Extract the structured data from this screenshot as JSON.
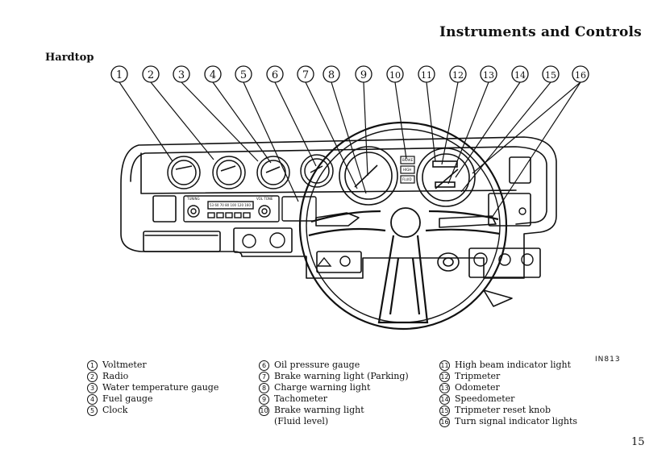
{
  "header": {
    "title": "Instruments and Controls"
  },
  "section": {
    "label": "Hardtop"
  },
  "figure": {
    "code": "IN813"
  },
  "callouts": [
    "1",
    "2",
    "3",
    "4",
    "5",
    "6",
    "7",
    "8",
    "9",
    "10",
    "11",
    "12",
    "13",
    "14",
    "15",
    "16"
  ],
  "gauge_labels": {
    "tuning": "TUNING",
    "vol_tone": "VOL TONE",
    "brake": "BRAKE",
    "high": "HIGH",
    "fluid": "FLUID",
    "radio_scale": "53 60 70 80 100 120 160"
  },
  "legend": {
    "col1": [
      {
        "num": "1",
        "label": "Voltmeter"
      },
      {
        "num": "2",
        "label": "Radio"
      },
      {
        "num": "3",
        "label": "Water temperature gauge"
      },
      {
        "num": "4",
        "label": "Fuel gauge"
      },
      {
        "num": "5",
        "label": "Clock"
      }
    ],
    "col2": [
      {
        "num": "6",
        "label": "Oil pressure gauge"
      },
      {
        "num": "7",
        "label": "Brake warning light (Parking)"
      },
      {
        "num": "8",
        "label": "Charge warning light"
      },
      {
        "num": "9",
        "label": "Tachometer"
      },
      {
        "num": "10",
        "label": "Brake warning light",
        "cont": "(Fluid level)"
      }
    ],
    "col3": [
      {
        "num": "11",
        "label": "High beam indicator light"
      },
      {
        "num": "12",
        "label": "Tripmeter"
      },
      {
        "num": "13",
        "label": "Odometer"
      },
      {
        "num": "14",
        "label": "Speedometer"
      },
      {
        "num": "15",
        "label": "Tripmeter reset knob"
      },
      {
        "num": "16",
        "label": "Turn signal indicator lights"
      }
    ]
  },
  "footer": {
    "page": "15"
  }
}
